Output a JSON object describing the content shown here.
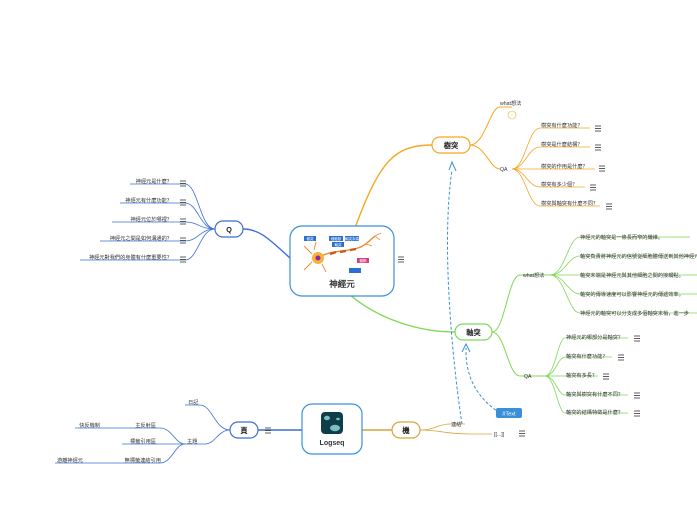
{
  "central": {
    "label": "神經元",
    "image_tags": [
      "樹突",
      "細胞核",
      "軸突末端",
      "軸突",
      "髓鞘"
    ]
  },
  "dendrite": {
    "label": "樹突",
    "what": "what想法",
    "qa": "QA",
    "questions": [
      "樹突有什麼功能？",
      "樹突是什麼結構？",
      "樹突的作用是什麼？",
      "樹突有多少個？",
      "樹突與軸突有什麼不同？"
    ]
  },
  "axon": {
    "label": "軸突",
    "what": "what想法",
    "what_items": [
      "神經元的軸突是一條長而窄的纖維。",
      "軸突負責將神經元的信號從細胞體傳送到其他神經元",
      "軸突末端是神經元與其他細胞之間的接觸點。",
      "軸突的傳導速度可以影響神經元的傳遞效率。",
      "神經元的軸突可以分支成多個軸突末梢，進一步"
    ],
    "qa": "QA",
    "questions": [
      "神經元的哪部分是軸突？",
      "軸突有什麼功能？",
      "軸突有多長？",
      "軸突與樹突有什麼不同？",
      "軸突的結構特徵是什麼？"
    ]
  },
  "q": {
    "label": "Q",
    "questions": [
      "神經元是什麼？",
      "神經元有什麼功能？",
      "神經元位於哪裡？",
      "神經元之間是如何溝通的？",
      "神經元對我們的身體有什麼重要性？"
    ]
  },
  "logseq": {
    "label": "Logseq"
  },
  "page": {
    "label": "頁",
    "journal": "日記",
    "topic": "主題",
    "sub_items": [
      "主反射區",
      "標籤引用區",
      "無標籤連結引用"
    ],
    "leaves": [
      "快反機制",
      "游離神經元"
    ]
  },
  "machine": {
    "label": "機",
    "link": "連結",
    "tag": "#Text",
    "block": "[[...]]"
  },
  "colors": {
    "dendrite": "#f5a623",
    "axon": "#7ed957",
    "q": "#3b6fd4",
    "page": "#3b6fd4",
    "machine": "#d9a33b",
    "dashed": "#3b8fd9",
    "logseq_bg": "#0f3d4a"
  },
  "icons": [
    "menu-icon",
    "logseq-logo-icon",
    "neuron-image-icon"
  ]
}
